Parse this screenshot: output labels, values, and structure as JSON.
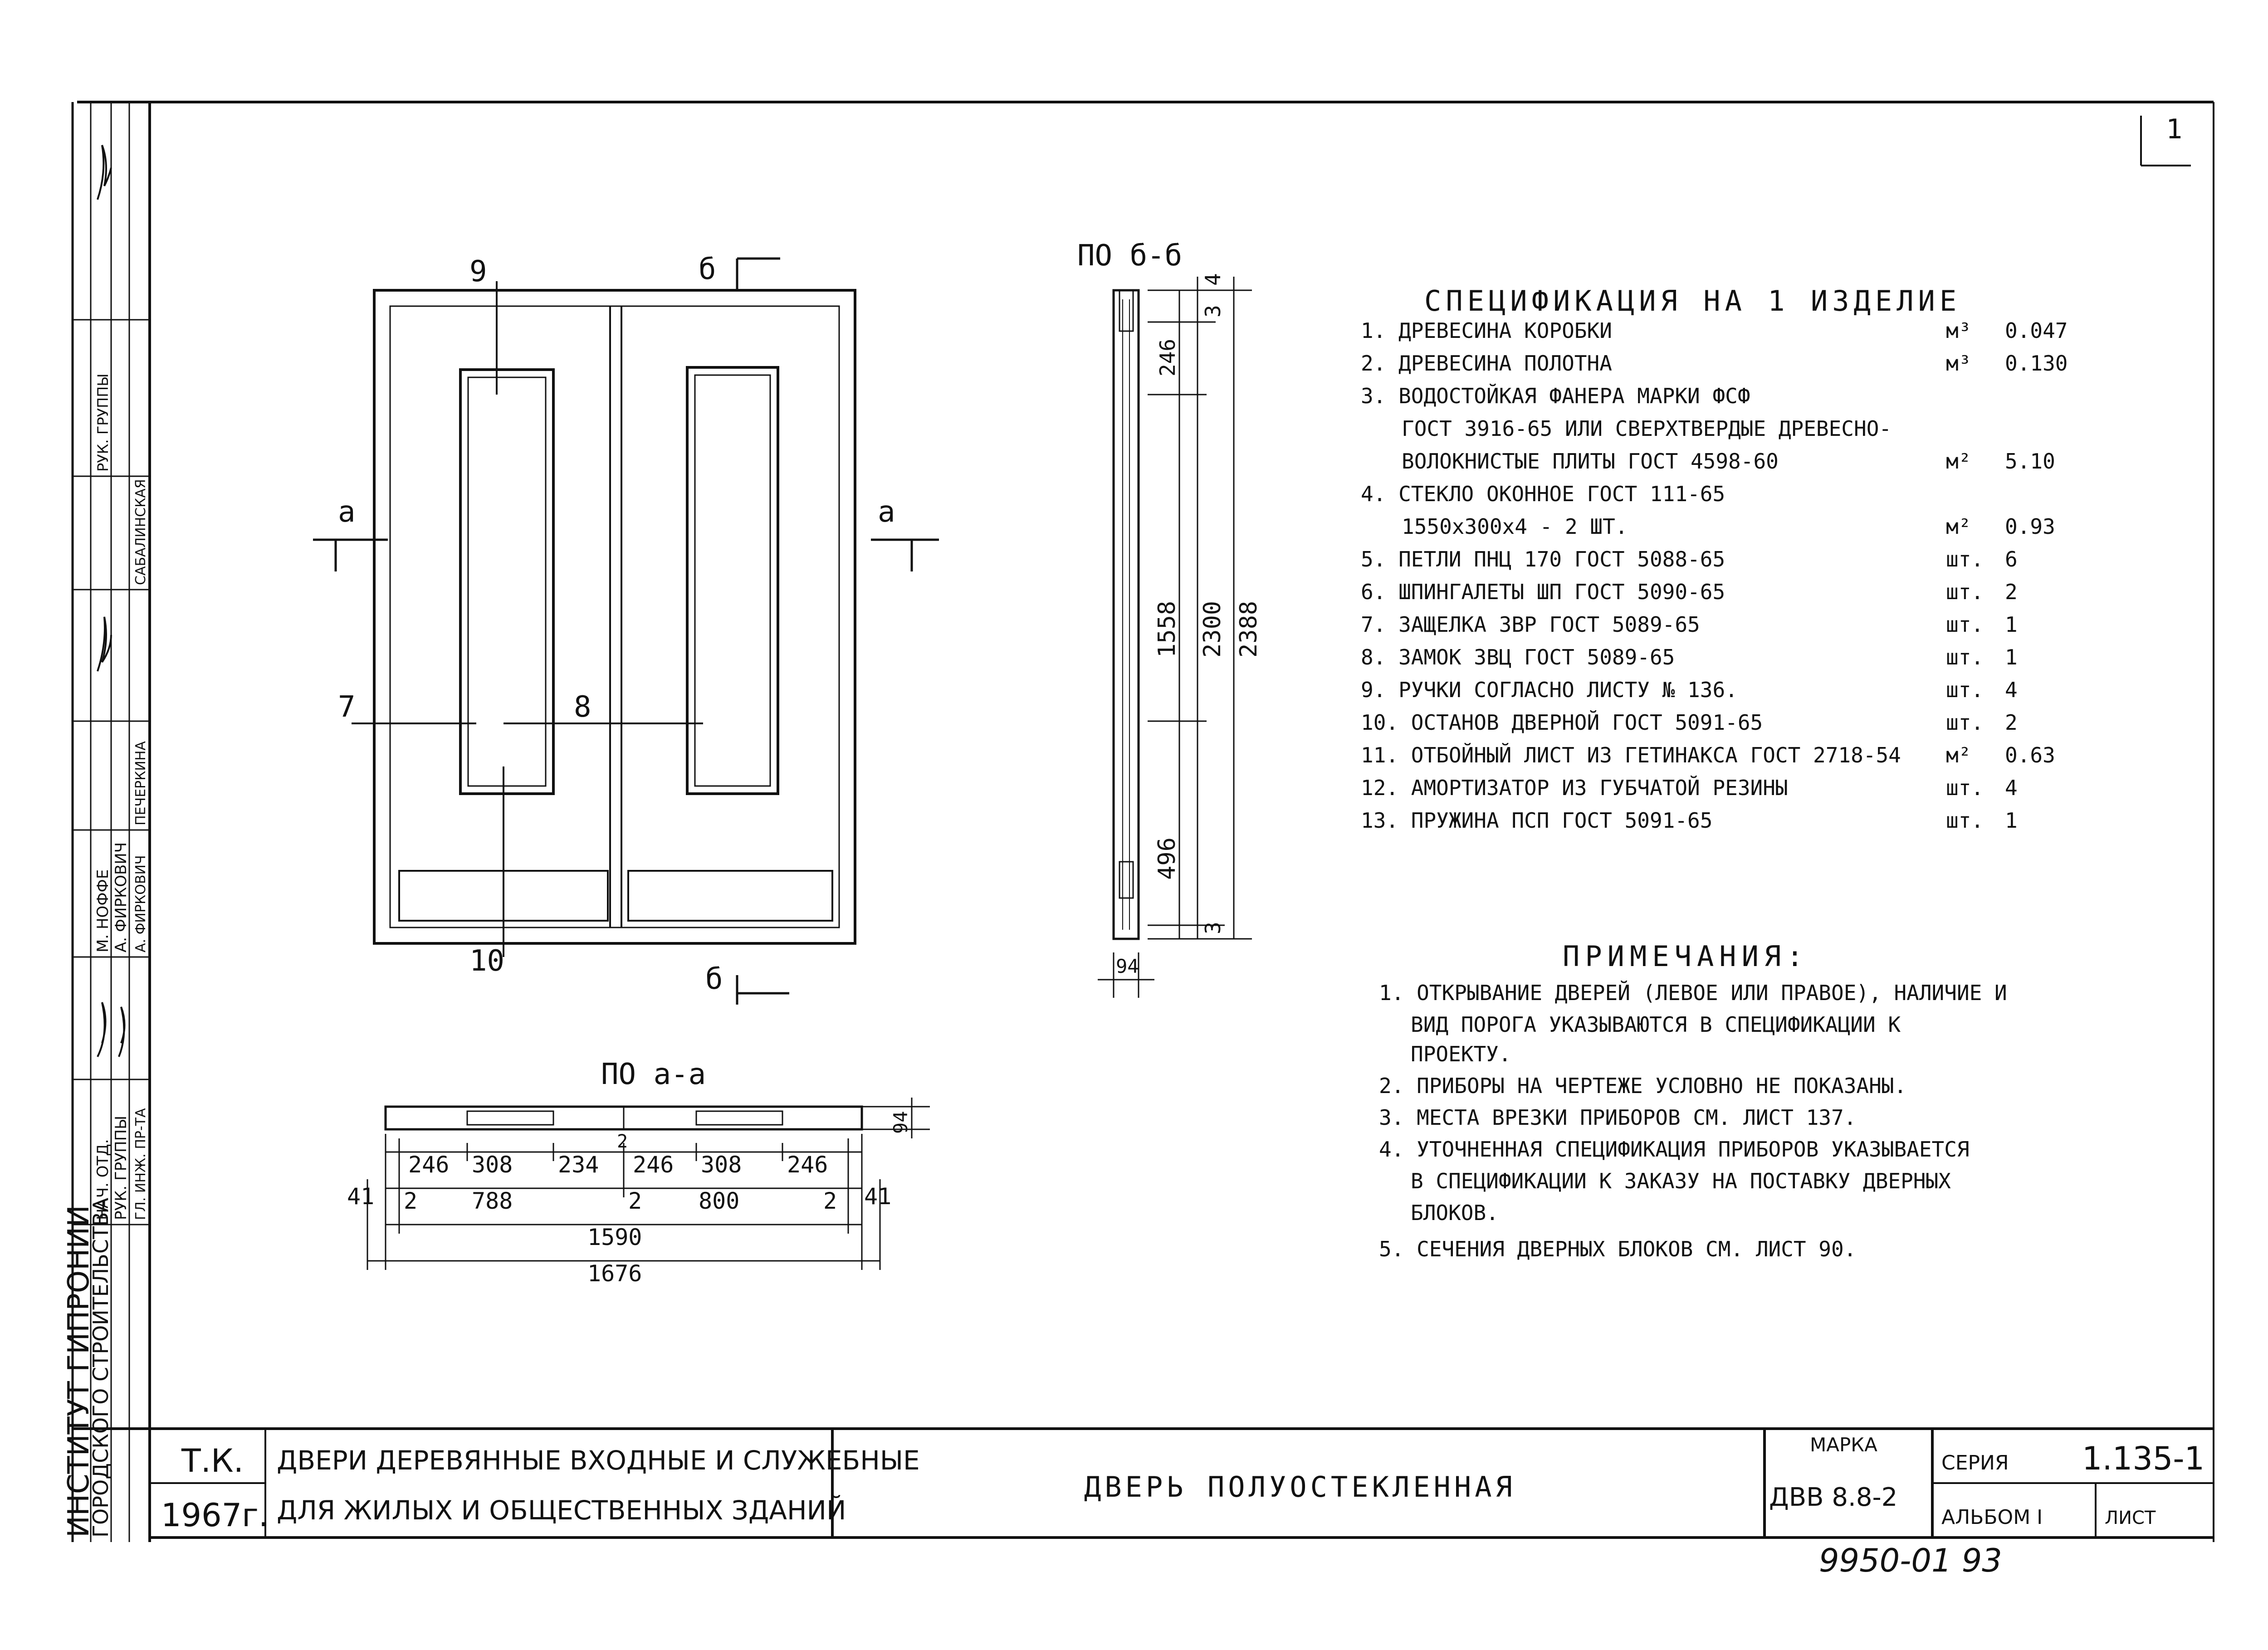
{
  "sheet_corner": "1",
  "views": {
    "section_bb_title": "ПО б-б",
    "section_aa_title": "ПО а-а",
    "cut_a_left": "а",
    "cut_a_right": "а",
    "cut_b_top": "б",
    "cut_b_bottom": "б",
    "callouts": {
      "c7": "7",
      "c8": "8",
      "c9": "9",
      "c10": "10"
    }
  },
  "elevation_dims": {
    "d3_top": "3",
    "d4_top": "4",
    "d246": "246",
    "d1558": "1558",
    "d2300": "2300",
    "d2388": "2388",
    "d496": "496",
    "d3_bottom": "3",
    "d94": "94"
  },
  "plan_dims": {
    "row1": [
      "246",
      "308",
      "234",
      "246",
      "308",
      "246"
    ],
    "side_left": "41",
    "side_right": "41",
    "row2": [
      "2",
      "788",
      "2",
      "800",
      "2"
    ],
    "overall_inner": "1590",
    "overall_outer": "1676",
    "thickness": "94",
    "center_mark": "2"
  },
  "specification": {
    "title": "СПЕЦИФИКАЦИЯ НА 1 ИЗДЕЛИЕ",
    "rows": [
      {
        "text": "1. ДРЕВЕСИНА КОРОБКИ",
        "unit": "м³",
        "qty": "0.047"
      },
      {
        "text": "2. ДРЕВЕСИНА ПОЛОТНА",
        "unit": "м³",
        "qty": "0.130"
      },
      {
        "text": "3. ВОДОСТОЙКАЯ ФАНЕРА МАРКИ ФСФ",
        "unit": "",
        "qty": ""
      },
      {
        "text": "ГОСТ 3916-65 ИЛИ СВЕРХТВЕРДЫЕ ДРЕВЕСНО-",
        "unit": "",
        "qty": ""
      },
      {
        "text": "ВОЛОКНИСТЫЕ ПЛИТЫ ГОСТ 4598-60",
        "unit": "м²",
        "qty": "5.10"
      },
      {
        "text": "4. СТЕКЛО ОКОННОЕ ГОСТ 111-65",
        "unit": "",
        "qty": ""
      },
      {
        "text": "1550х300х4 - 2 ШТ.",
        "unit": "м²",
        "qty": "0.93"
      },
      {
        "text": "5. ПЕТЛИ ПНЦ 170 ГОСТ 5088-65",
        "unit": "шт.",
        "qty": "6"
      },
      {
        "text": "6. ШПИНГАЛЕТЫ ШП ГОСТ 5090-65",
        "unit": "шт.",
        "qty": "2"
      },
      {
        "text": "7. ЗАЩЕЛКА ЗВР ГОСТ 5089-65",
        "unit": "шт.",
        "qty": "1"
      },
      {
        "text": "8. ЗАМОК ЗВЦ ГОСТ 5089-65",
        "unit": "шт.",
        "qty": "1"
      },
      {
        "text": "9. РУЧКИ СОГЛАСНО ЛИСТУ № 136.",
        "unit": "шт.",
        "qty": "4"
      },
      {
        "text": "10. ОСТАНОВ ДВЕРНОЙ ГОСТ 5091-65",
        "unit": "шт.",
        "qty": "2"
      },
      {
        "text": "11. ОТБОЙНЫЙ ЛИСТ ИЗ ГЕТИНАКСА ГОСТ 2718-54",
        "unit": "м²",
        "qty": "0.63"
      },
      {
        "text": "12. АМОРТИЗАТОР ИЗ ГУБЧАТОЙ РЕЗИНЫ",
        "unit": "шт.",
        "qty": "4"
      },
      {
        "text": "13. ПРУЖИНА ПСП ГОСТ 5091-65",
        "unit": "шт.",
        "qty": "1"
      }
    ]
  },
  "notes": {
    "title": "ПРИМЕЧАНИЯ:",
    "lines": [
      "1. ОТКРЫВАНИЕ ДВЕРЕЙ (ЛЕВОЕ ИЛИ ПРАВОЕ), НАЛИЧИЕ И",
      "ВИД ПОРОГА УКАЗЫВАЮТСЯ В СПЕЦИФИКАЦИИ К",
      "ПРОЕКТУ.",
      "2. ПРИБОРЫ НА ЧЕРТЕЖЕ УСЛОВНО НЕ ПОКАЗАНЫ.",
      "3. МЕСТА ВРЕЗКИ ПРИБОРОВ СМ. ЛИСТ 137.",
      "4. УТОЧНЕННАЯ СПЕЦИФИКАЦИЯ ПРИБОРОВ УКАЗЫВАЕТСЯ",
      "В СПЕЦИФИКАЦИИ К ЗАКАЗУ НА ПОСТАВКУ ДВЕРНЫХ",
      "БЛОКОВ.",
      "5. СЕЧЕНИЯ ДВЕРНЫХ БЛОКОВ СМ. ЛИСТ 90."
    ]
  },
  "title_block": {
    "tk": "Т.К.",
    "year": "1967г.",
    "series_title_1": "ДВЕРИ ДЕРЕВЯННЫЕ ВХОДНЫЕ И СЛУЖЕБНЫЕ",
    "series_title_2": "ДЛЯ ЖИЛЫХ И ОБЩЕСТВЕННЫХ ЗДАНИЙ",
    "sheet_title": "ДВЕРЬ ПОЛУОСТЕКЛЕННАЯ",
    "marka_label": "МАРКА",
    "marka_value": "ДВВ 8.8-2",
    "seria_label": "СЕРИЯ",
    "seria_value": "1.135-1",
    "album_label": "АЛЬБОМ I",
    "list_label": "ЛИСТ",
    "archive_number": "9950-01 93"
  },
  "side_stamp": {
    "institute_1": "ИНСТИТУТ ГИПРОНИИ",
    "institute_2": "ГОРОДСКОГО СТРОИТЕЛЬСТВА",
    "roles": [
      "НАЧ. ОТД.",
      "РУК. ГРУППЫ",
      "ГЛ. ИНЖ. ПР-ТА"
    ],
    "names": [
      "М. НОФФЕ",
      "А. ФИРКОВИЧ",
      "А. ФИРКОВИЧ"
    ],
    "top_roles": [
      "РУК. ГРУППЫ",
      "САБАЛИНСКАЯ",
      "ПЕЧЕРКИНА"
    ]
  }
}
